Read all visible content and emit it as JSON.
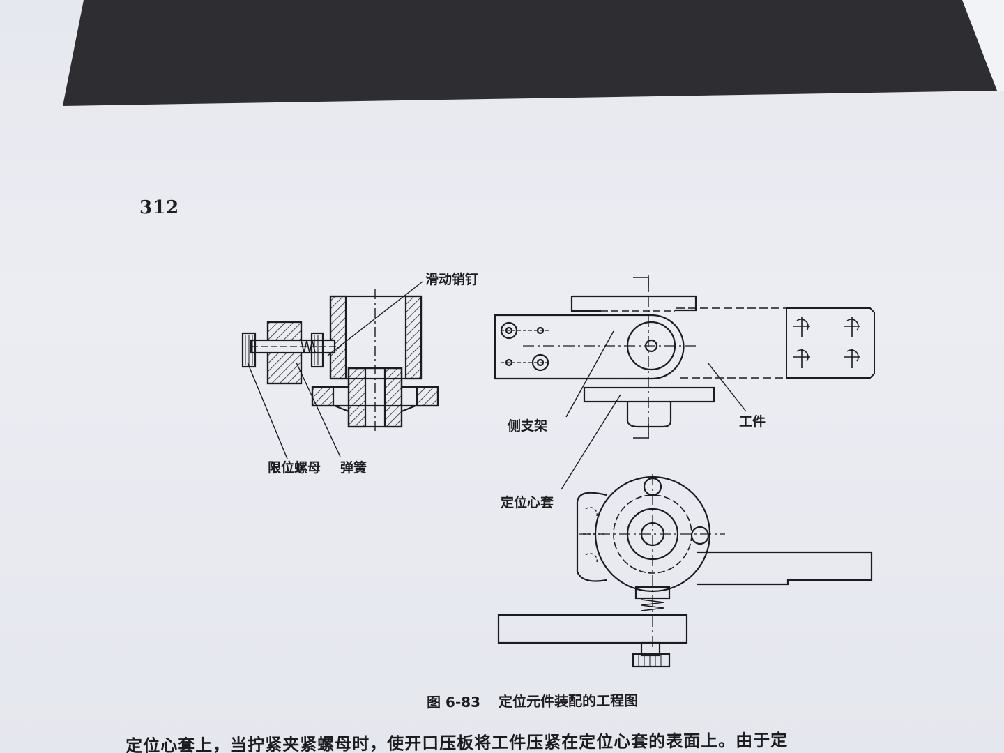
{
  "page": {
    "page_number": "312",
    "caption_number": "图 6-83",
    "caption_title": "定位元件装配的工程图",
    "body_text": "定位心套上，当拧紧夹紧螺母时，使开口压板将工件压紧在定位心套的表面上。由于定"
  },
  "labels": {
    "sliding_pin": "滑动销钉",
    "limit_nut": "限位螺母",
    "spring": "弹簧",
    "side_bracket": "侧支架",
    "workpiece": "工件",
    "locating_sleeve": "定位心套"
  },
  "colors": {
    "paper": "#e9ebf2",
    "ink": "#1b1b20",
    "band": "#2b2b30"
  }
}
